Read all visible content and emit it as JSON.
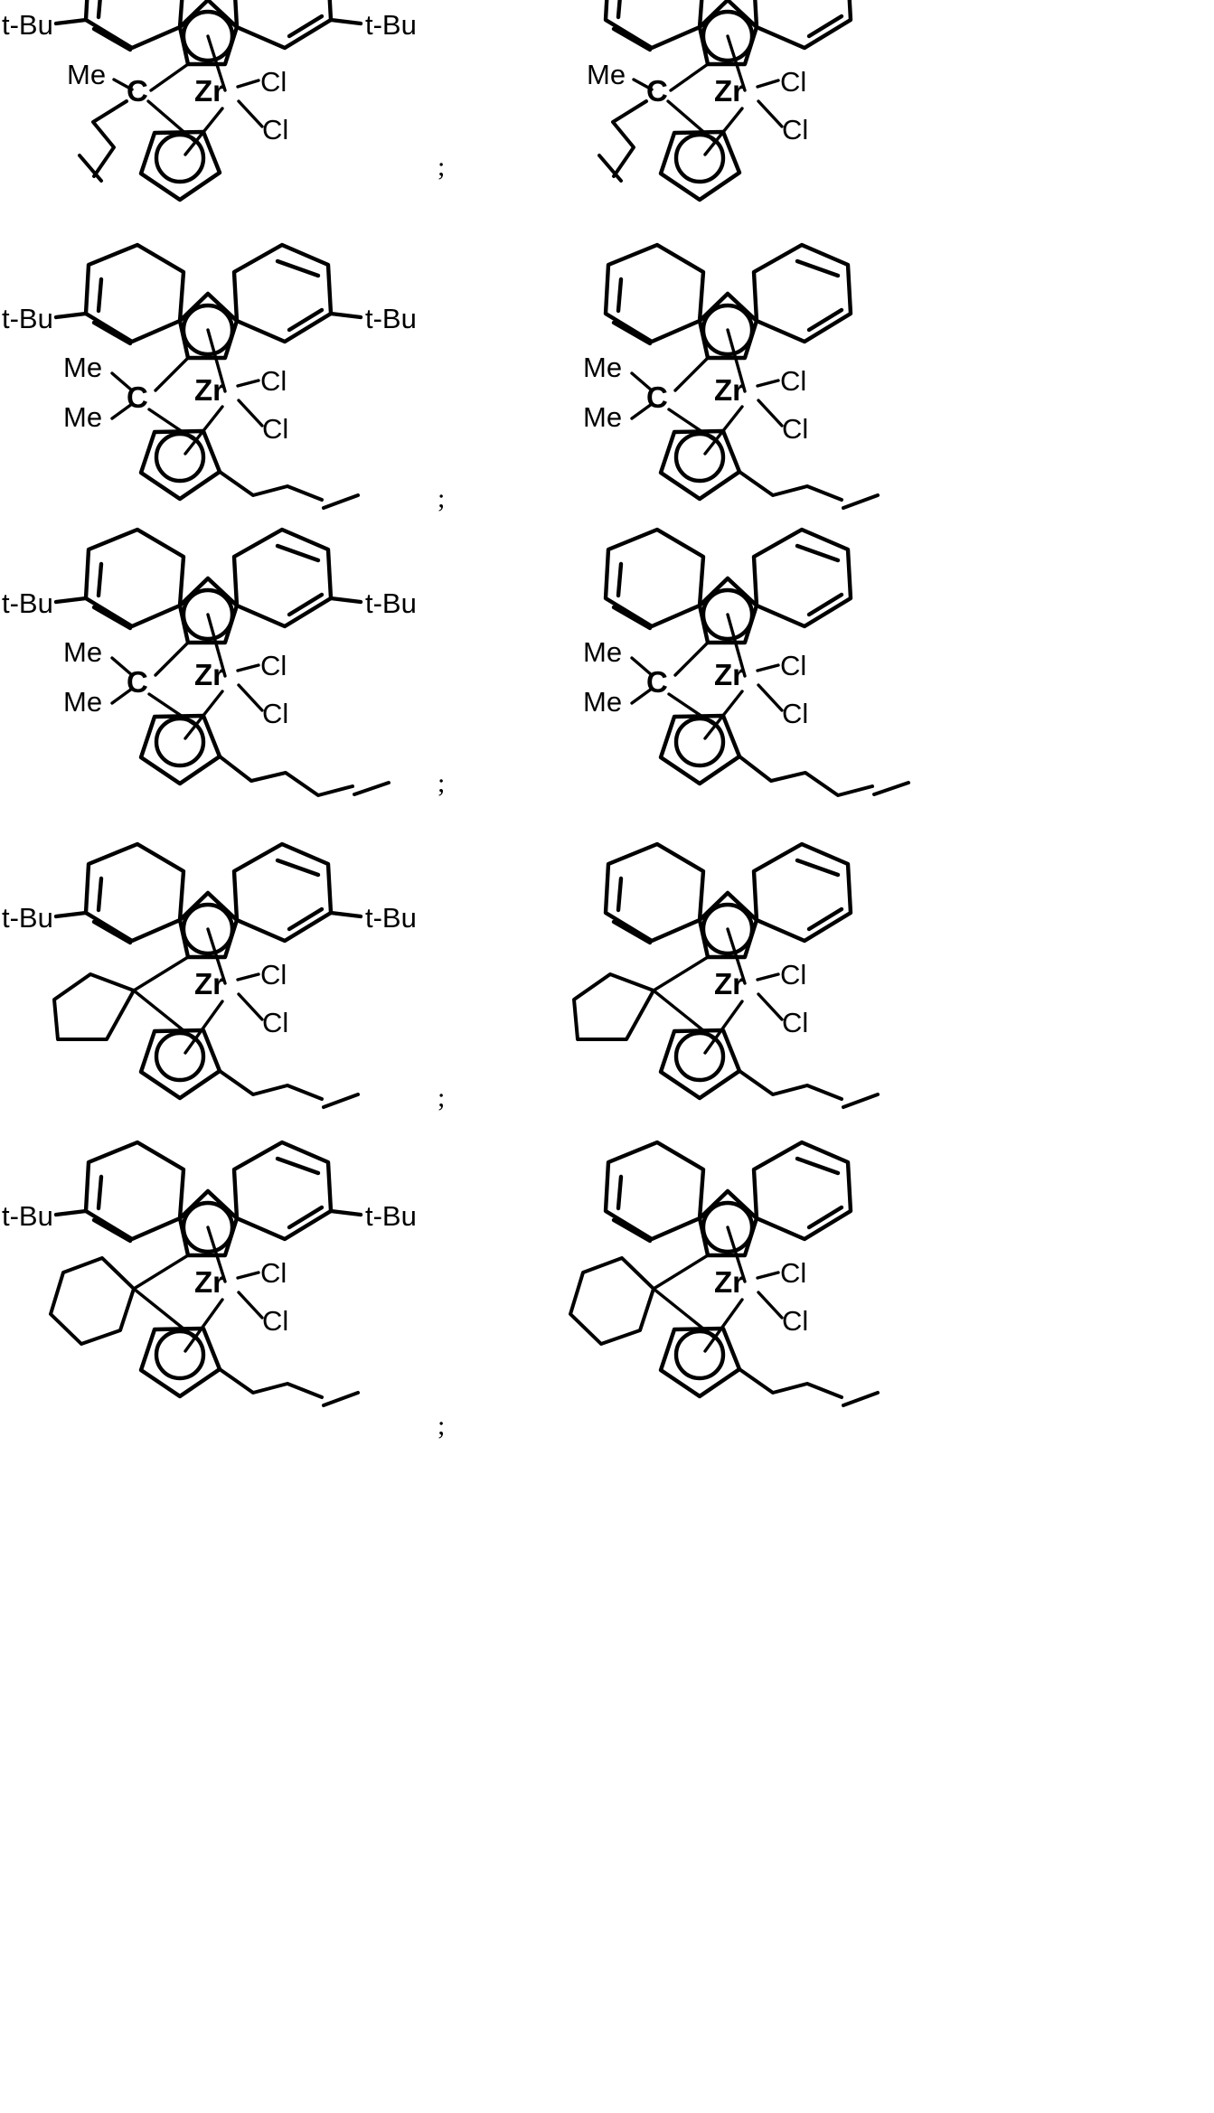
{
  "document": {
    "type": "chemical-structure-list",
    "description": "Ten bridged fluorenyl-cyclopentadienyl zirconocene dichloride structures arranged in five rows of two",
    "separator": ";",
    "rows": 5,
    "columns": 2
  },
  "labels": {
    "tbu": "t-Bu",
    "me": "Me",
    "c": "C",
    "zr": "Zr",
    "cl": "Cl"
  },
  "structures": [
    {
      "id": "structure-1-left",
      "row": 1,
      "column": "left",
      "fluorenyl_substituents": [
        "t-Bu",
        "t-Bu"
      ],
      "fluorenyl_substituted": true,
      "bridge": "C",
      "bridge_substituents": [
        "Me",
        "3-butenyl"
      ],
      "cp_substituents": [],
      "metal": "Zr",
      "halides": [
        "Cl",
        "Cl"
      ]
    },
    {
      "id": "structure-1-right",
      "row": 1,
      "column": "right",
      "fluorenyl_substituents": [],
      "fluorenyl_substituted": false,
      "bridge": "C",
      "bridge_substituents": [
        "Me",
        "3-butenyl"
      ],
      "cp_substituents": [],
      "metal": "Zr",
      "halides": [
        "Cl",
        "Cl"
      ]
    },
    {
      "id": "structure-2-left",
      "row": 2,
      "column": "left",
      "fluorenyl_substituents": [
        "t-Bu",
        "t-Bu"
      ],
      "fluorenyl_substituted": true,
      "bridge": "C",
      "bridge_substituents": [
        "Me",
        "Me"
      ],
      "cp_substituents": [
        "3-butenyl"
      ],
      "metal": "Zr",
      "halides": [
        "Cl",
        "Cl"
      ]
    },
    {
      "id": "structure-2-right",
      "row": 2,
      "column": "right",
      "fluorenyl_substituents": [],
      "fluorenyl_substituted": false,
      "bridge": "C",
      "bridge_substituents": [
        "Me",
        "Me"
      ],
      "cp_substituents": [
        "3-butenyl"
      ],
      "metal": "Zr",
      "halides": [
        "Cl",
        "Cl"
      ]
    },
    {
      "id": "structure-3-left",
      "row": 3,
      "column": "left",
      "fluorenyl_substituents": [
        "t-Bu",
        "t-Bu"
      ],
      "fluorenyl_substituted": true,
      "bridge": "C",
      "bridge_substituents": [
        "Me",
        "Me"
      ],
      "cp_substituents": [
        "4-pentenyl"
      ],
      "metal": "Zr",
      "halides": [
        "Cl",
        "Cl"
      ]
    },
    {
      "id": "structure-3-right",
      "row": 3,
      "column": "right",
      "fluorenyl_substituents": [],
      "fluorenyl_substituted": false,
      "bridge": "C",
      "bridge_substituents": [
        "Me",
        "Me"
      ],
      "cp_substituents": [
        "4-pentenyl"
      ],
      "metal": "Zr",
      "halides": [
        "Cl",
        "Cl"
      ]
    },
    {
      "id": "structure-4-left",
      "row": 4,
      "column": "left",
      "fluorenyl_substituents": [
        "t-Bu",
        "t-Bu"
      ],
      "fluorenyl_substituted": true,
      "bridge": "cyclopentylidene",
      "bridge_substituents": [],
      "cp_substituents": [
        "3-butenyl"
      ],
      "metal": "Zr",
      "halides": [
        "Cl",
        "Cl"
      ]
    },
    {
      "id": "structure-4-right",
      "row": 4,
      "column": "right",
      "fluorenyl_substituents": [],
      "fluorenyl_substituted": false,
      "bridge": "cyclopentylidene",
      "bridge_substituents": [],
      "cp_substituents": [
        "3-butenyl"
      ],
      "metal": "Zr",
      "halides": [
        "Cl",
        "Cl"
      ]
    },
    {
      "id": "structure-5-left",
      "row": 5,
      "column": "left",
      "fluorenyl_substituents": [
        "t-Bu",
        "t-Bu"
      ],
      "fluorenyl_substituted": true,
      "bridge": "cyclohexylidene",
      "bridge_substituents": [],
      "cp_substituents": [
        "3-butenyl"
      ],
      "metal": "Zr",
      "halides": [
        "Cl",
        "Cl"
      ]
    },
    {
      "id": "structure-5-right",
      "row": 5,
      "column": "right",
      "fluorenyl_substituents": [],
      "fluorenyl_substituted": false,
      "bridge": "cyclohexylidene",
      "bridge_substituents": [],
      "cp_substituents": [
        "3-butenyl"
      ],
      "metal": "Zr",
      "halides": [
        "Cl",
        "Cl"
      ]
    }
  ]
}
